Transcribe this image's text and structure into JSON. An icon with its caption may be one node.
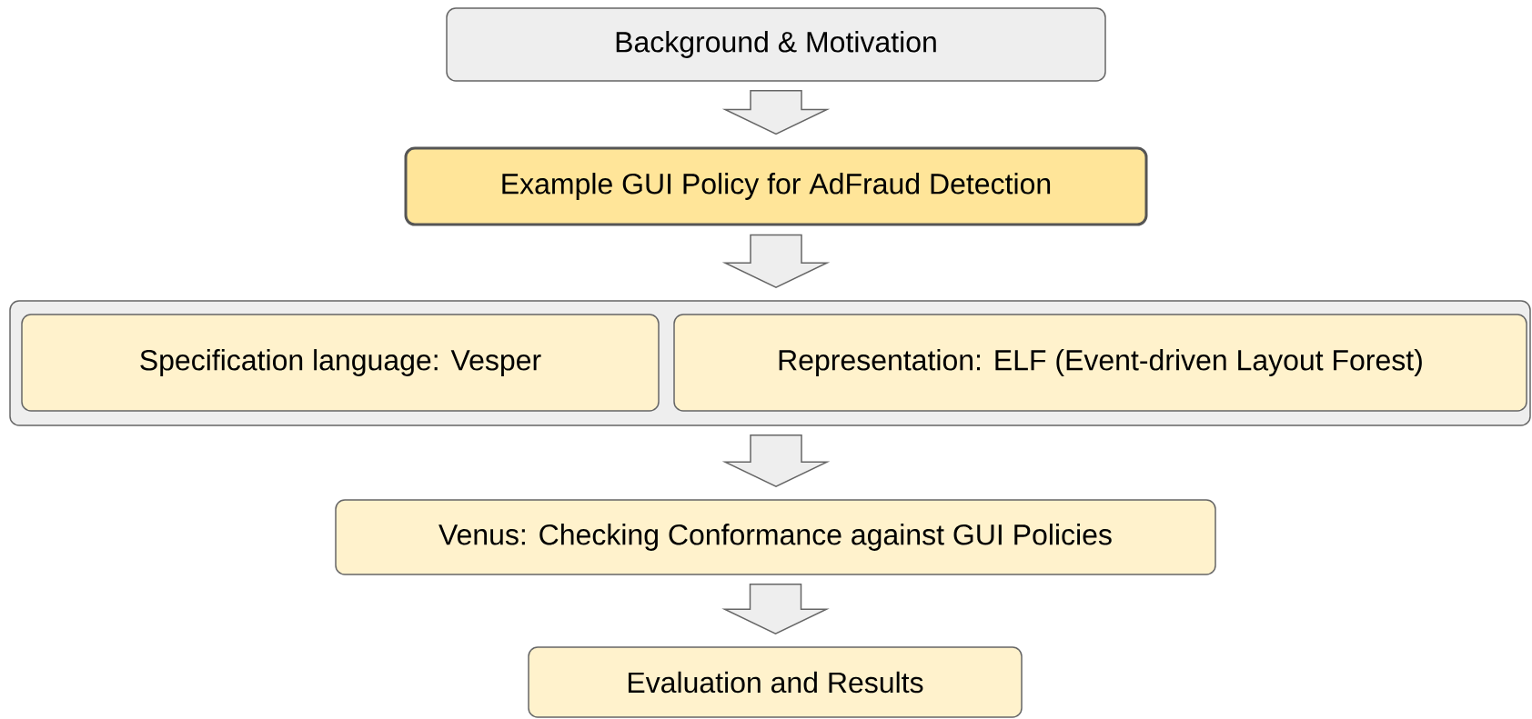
{
  "diagram": {
    "nodes": [
      {
        "text": [
          "Background & Motivation"
        ]
      },
      {
        "text": [
          "Example GUI Policy for AdFraud Detection"
        ]
      },
      {
        "text": [],
        "shape": "box"
      },
      {
        "text": [
          "Specification language: Vesper"
        ],
        "in": 2
      },
      {
        "text": [
          "Representation: ELF (Event-driven Layout Forest)"
        ],
        "in": 2
      },
      {
        "text": [
          "Venus: Checking Conformance against GUI Policies"
        ]
      },
      {
        "text": [
          "Evaluation and Results"
        ]
      }
    ],
    "edges": [
      {
        "from": 0,
        "to": 1,
        "arrow": "to"
      },
      {
        "from": 1,
        "to": 2,
        "arrow": "to"
      },
      {
        "from": 2,
        "to": 5,
        "arrow": "to"
      },
      {
        "from": 5,
        "to": 6,
        "arrow": "to"
      }
    ]
  }
}
